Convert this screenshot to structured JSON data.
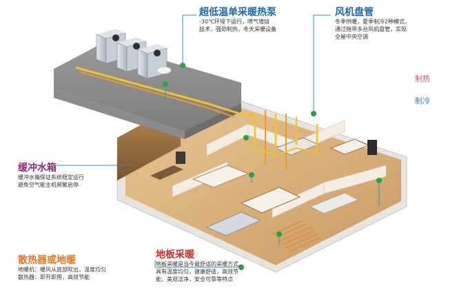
{
  "callouts": {
    "heat_pump": {
      "title": "超低温单采暖热泵",
      "lines": [
        "-30℃环境下运行，喷气增焓",
        "技术，强劲制热，冬天采暖设备"
      ],
      "title_color": "#1e6aa8"
    },
    "fan_coil": {
      "title": "风机盘管",
      "lines": [
        "冬季供暖，夏季制冷2种模式，",
        "通过拖带多台风机盘管，实现",
        "全屋中央空调"
      ],
      "title_color": "#1e6aa8"
    },
    "buffer_tank": {
      "title": "缓冲水箱",
      "lines": [
        "缓冲水箱保证系统稳定运行",
        "避免空气能主机频繁启停"
      ],
      "title_color": "#8a2f7a"
    },
    "radiator": {
      "title": "散热器或地暖",
      "lines": [
        "地暖机：暖风从底部吹出，温度均匀",
        "散热器：即开即用，高效节能"
      ],
      "title_color": "#e0762a"
    },
    "floor_heating": {
      "title": "地板采暖",
      "lines": [
        "地板采暖是当今最舒适的采暖方式，",
        "具有温度均匀，健康舒适，高效节",
        "能，美观洁净，安全可靠等特点"
      ],
      "title_color": "#c8302f"
    }
  },
  "legend": {
    "heating": {
      "label": "制热",
      "color": "#d9534f"
    },
    "cooling": {
      "label": "制冷",
      "color": "#3e7fb8"
    }
  },
  "colors": {
    "pipe_yellow": "#f2c230",
    "pipe_orange": "#e89a2c",
    "leader_line": "#2a9aa0",
    "marker_green": "#2f9e44"
  },
  "icons": {
    "heat_pump_units": "air-source-heat-pump-units",
    "connection_markers": "green-plus-marker"
  }
}
